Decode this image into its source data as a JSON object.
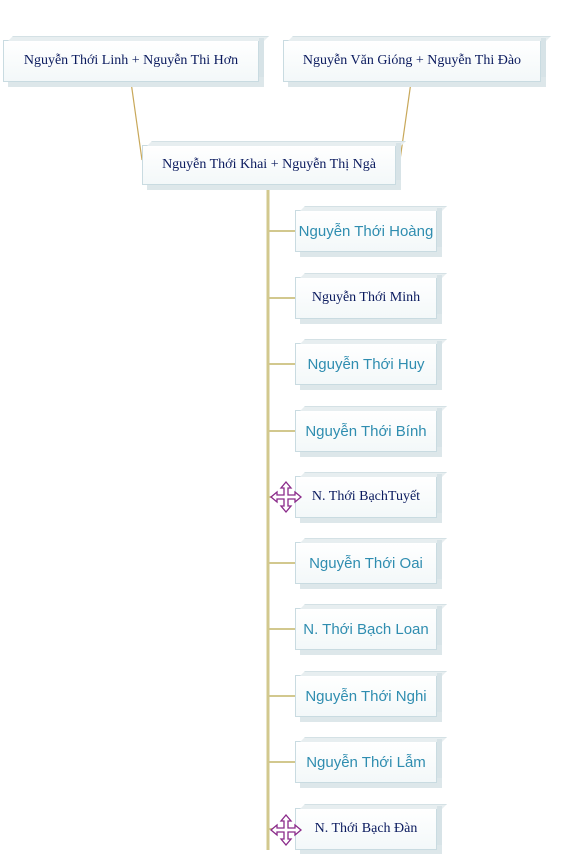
{
  "parents_paternal": "Nguyễn Thới Linh + Nguyễn Thi Hơn",
  "parents_maternal": "Nguyễn Văn Gióng + Nguyễn Thi Đào",
  "couple": "Nguyễn Thới Khai  +  Nguyễn Thị Ngà",
  "children": [
    "Nguyễn Thới Hoàng",
    "Nguyễn Thới Minh",
    "Nguyễn Thới Huy",
    "Nguyễn Thới Bính",
    "N. Thới BạchTuyết",
    "Nguyễn Thới Oai",
    "N. Thới Bạch Loan",
    "Nguyễn Thới Nghi",
    "Nguyễn Thới Lẫm",
    "N. Thới Bạch Đàn"
  ],
  "colors": {
    "connector": "#d2c88e",
    "parent_line": "#c8a85a",
    "serif_text": "#0a1a5e",
    "sans_text": "#2f8db0",
    "move_icon": "#8a2a8a"
  },
  "icons": [
    "move-cursor-icon"
  ]
}
